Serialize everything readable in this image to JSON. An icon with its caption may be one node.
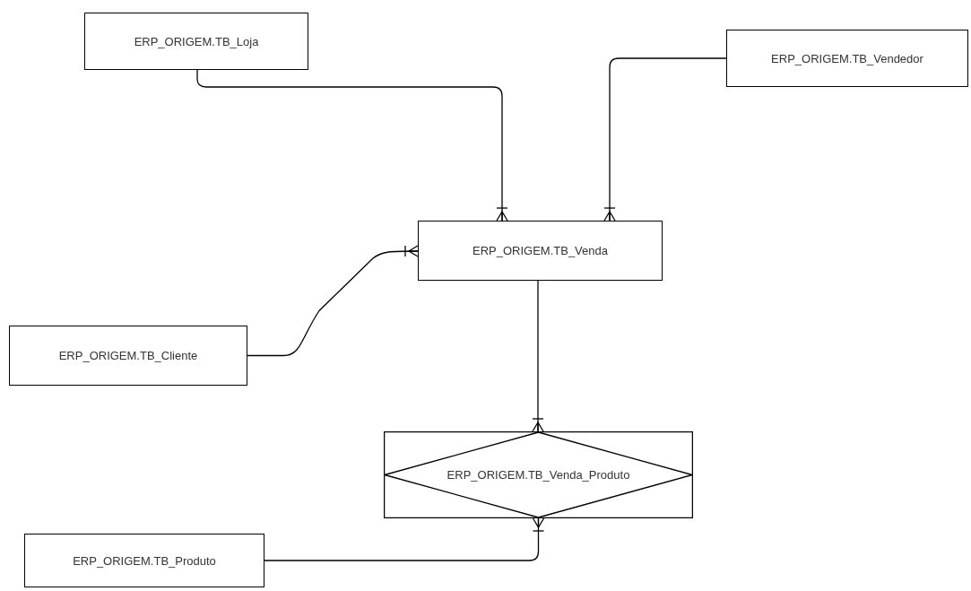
{
  "diagram": {
    "nodes": [
      {
        "text": [
          "ERP_ORIGEM.TB_Loja"
        ]
      },
      {
        "text": [
          "ERP_ORIGEM.TB_Vendedor"
        ]
      },
      {
        "text": [
          "ERP_ORIGEM.TB_Venda"
        ]
      },
      {
        "text": [
          "ERP_ORIGEM.TB_Cliente"
        ]
      },
      {
        "text": [
          "ERP_ORIGEM.TB_Venda_Produto"
        ]
      },
      {
        "text": [
          "ERP_ORIGEM.TB_Produto"
        ]
      }
    ],
    "edges": [
      {
        "from": 0,
        "to": 2,
        "arrow": "other"
      },
      {
        "from": 1,
        "to": 2,
        "arrow": "other"
      },
      {
        "from": 3,
        "to": 2,
        "arrow": "other"
      },
      {
        "from": 2,
        "to": 4,
        "arrow": "other"
      },
      {
        "from": 5,
        "to": 4,
        "arrow": "other"
      }
    ]
  }
}
